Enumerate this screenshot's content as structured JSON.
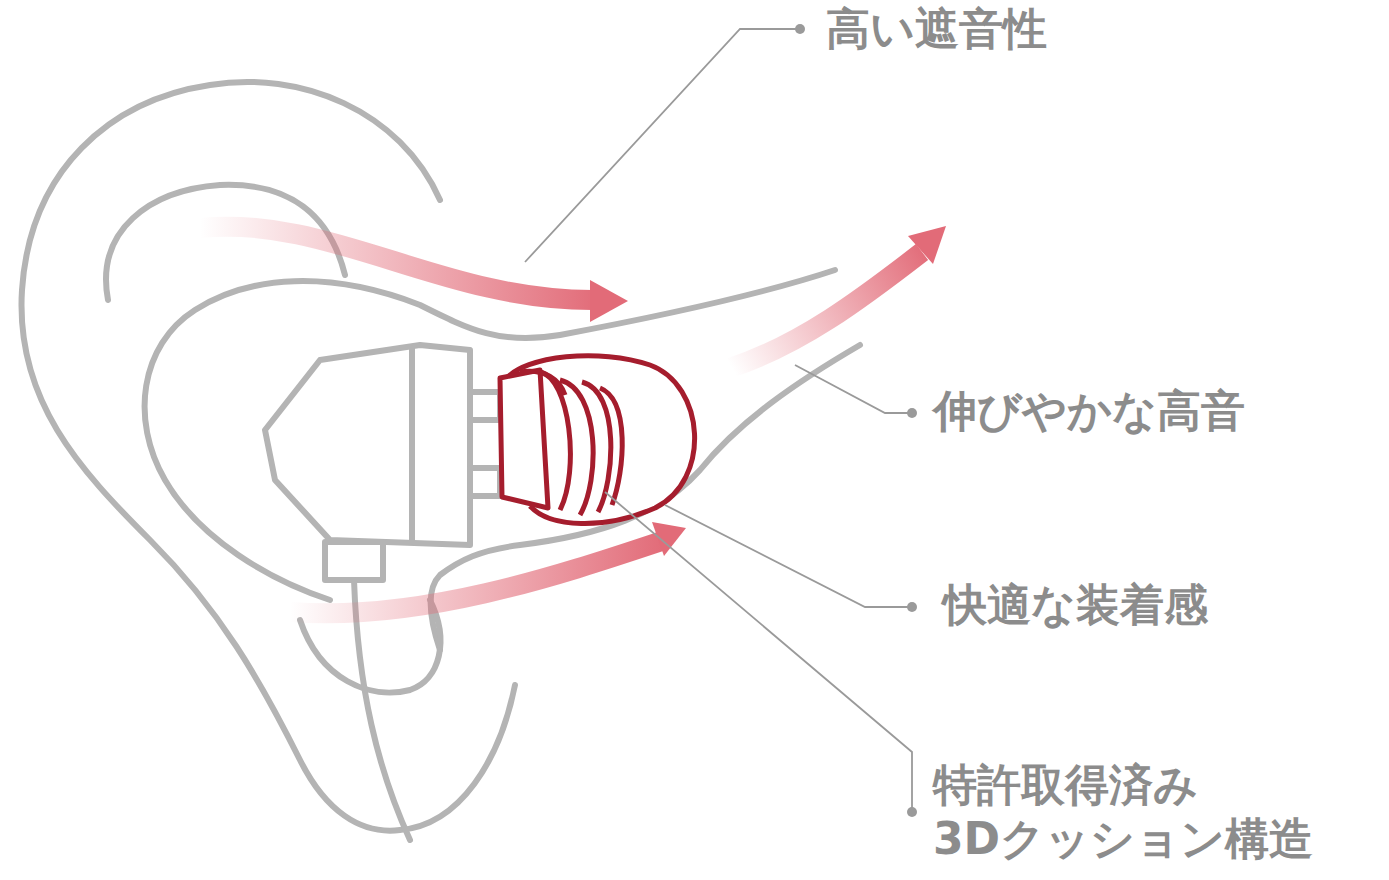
{
  "diagram": {
    "labels": [
      "高い遮音性",
      "伸びやかな高音",
      "快適な装着感",
      "特許取得済み 3Dクッション構造"
    ]
  }
}
